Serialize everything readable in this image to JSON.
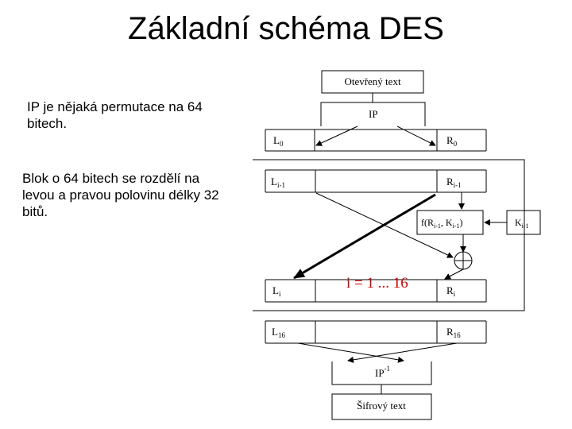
{
  "title": "Základní schéma DES",
  "bullets": [
    "IP je nějaká permutace na 64 bitech.",
    "Blok o 64 bitech se rozdělí na levou a pravou polovinu délky 32 bitů."
  ],
  "diagram": {
    "plaintext": "Otevřený text",
    "ip": "IP",
    "l0": "L",
    "l0_sub": "0",
    "r0": "R",
    "r0_sub": "0",
    "li1": "L",
    "li1_sub": "i-1",
    "ri1": "R",
    "ri1_sub": "i-1",
    "f": "f(R",
    "f_sub1": "i-1",
    "f_mid": ", K",
    "f_sub2": "i-1",
    "f_end": ")",
    "ki": "K",
    "ki_sub": "i-1",
    "li": "L",
    "li_sub": "i",
    "ri": "R",
    "ri_sub": "i",
    "loop": "i = 1 ... 16",
    "l16": "L",
    "l16_sub": "16",
    "r16": "R",
    "r16_sub": "16",
    "ipinv": "IP",
    "ipinv_sup": "-1",
    "ciphertext": "Šifrový text",
    "accent_color": "#cc0000"
  }
}
